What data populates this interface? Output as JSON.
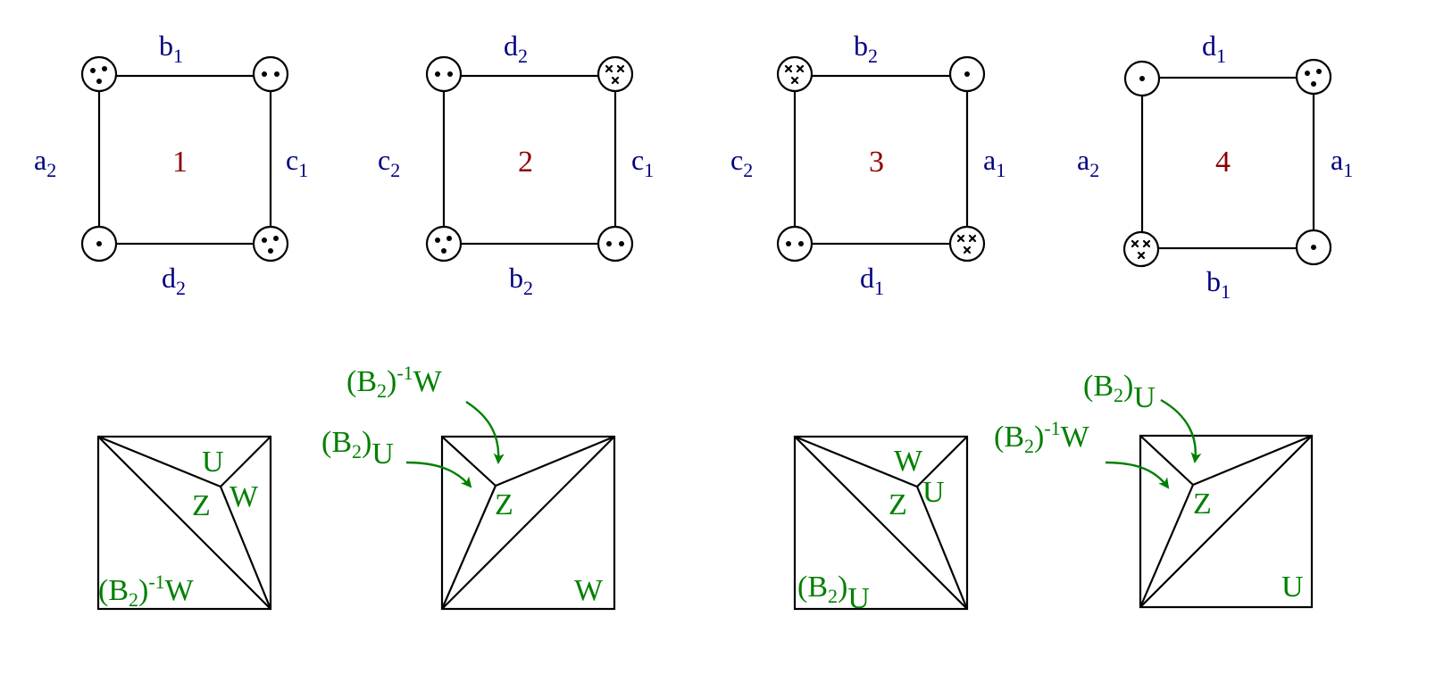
{
  "colors": {
    "edge_label": "#000080",
    "face_label": "#8b0000",
    "region_label": "#008000",
    "line": "#000000"
  },
  "squares": [
    {
      "face": "1",
      "edges": {
        "top": {
          "letter": "b",
          "sub": "1"
        },
        "bottom": {
          "letter": "d",
          "sub": "2"
        },
        "left": {
          "letter": "a",
          "sub": "2"
        },
        "right": {
          "letter": "c",
          "sub": "1"
        }
      },
      "vertices": {
        "tl": "dot3",
        "tr": "dot2",
        "bl": "dot1",
        "br": "dot3"
      }
    },
    {
      "face": "2",
      "edges": {
        "top": {
          "letter": "d",
          "sub": "2"
        },
        "bottom": {
          "letter": "b",
          "sub": "2"
        },
        "left": {
          "letter": "c",
          "sub": "2"
        },
        "right": {
          "letter": "c",
          "sub": "1"
        }
      },
      "vertices": {
        "tl": "dot2",
        "tr": "cross3",
        "bl": "dot3",
        "br": "dot2"
      }
    },
    {
      "face": "3",
      "edges": {
        "top": {
          "letter": "b",
          "sub": "2"
        },
        "bottom": {
          "letter": "d",
          "sub": "1"
        },
        "left": {
          "letter": "c",
          "sub": "2"
        },
        "right": {
          "letter": "a",
          "sub": "1"
        }
      },
      "vertices": {
        "tl": "cross3",
        "tr": "dot1",
        "bl": "dot2",
        "br": "cross3"
      }
    },
    {
      "face": "4",
      "edges": {
        "top": {
          "letter": "d",
          "sub": "1"
        },
        "bottom": {
          "letter": "b",
          "sub": "1"
        },
        "left": {
          "letter": "a",
          "sub": "2"
        },
        "right": {
          "letter": "a",
          "sub": "1"
        }
      },
      "vertices": {
        "tl": "dot1",
        "tr": "dot3",
        "bl": "cross3",
        "br": "dot1"
      }
    }
  ],
  "regions": [
    {
      "U": "U",
      "W": "W",
      "Z": "Z",
      "corner_label": {
        "prefix": "(B",
        "sub": "2",
        "mid": ")",
        "sup": "-1",
        "suffix": "W"
      }
    },
    {
      "Z": "Z",
      "corner": "W",
      "arrow_top": {
        "prefix": "(B",
        "sub": "2",
        "mid": ")",
        "sup": "-1",
        "suffix": "W"
      },
      "arrow_left": {
        "prefix": "(B",
        "sub": "2",
        "mid": ")",
        "sup": "",
        "suffix": "U"
      }
    },
    {
      "W": "W",
      "U": "U",
      "Z": "Z",
      "corner_label": {
        "prefix": "(B",
        "sub": "2",
        "mid": ")",
        "sup": "",
        "suffix": "U"
      }
    },
    {
      "Z": "Z",
      "corner": "U",
      "arrow_top": {
        "prefix": "(B",
        "sub": "2",
        "mid": ")",
        "sup": "",
        "suffix": "U"
      },
      "arrow_left": {
        "prefix": "(B",
        "sub": "2",
        "mid": ")",
        "sup": "-1",
        "suffix": "W"
      }
    }
  ]
}
